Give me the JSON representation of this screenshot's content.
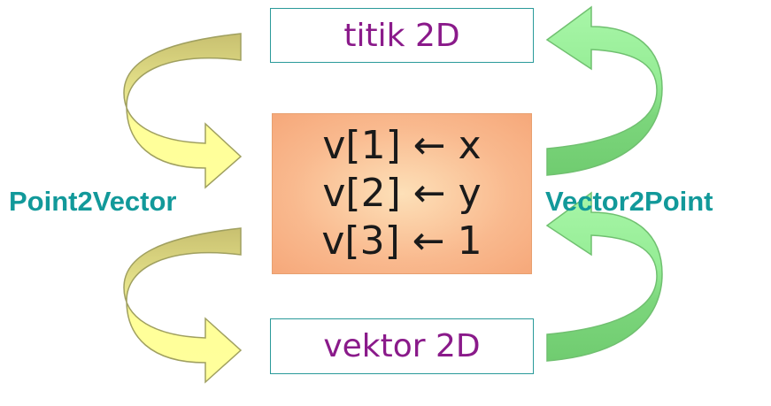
{
  "diagram": {
    "top_box": {
      "label": "titik 2D"
    },
    "bottom_box": {
      "label": "vektor 2D"
    },
    "center_box": {
      "lines": [
        "v[1] ← x",
        "v[2] ← y",
        "v[3] ← 1"
      ]
    },
    "left_label": "Point2Vector",
    "right_label": "Vector2Point",
    "colors": {
      "box_border": "#2a9a9a",
      "box_text": "#8a1a8a",
      "label_text": "#12999a",
      "center_fill": "#f9b98e",
      "left_arrow_fill": "#ffff99",
      "left_arrow_shade": "#c9c06a",
      "right_arrow_fill": "#99ee99",
      "right_arrow_shade": "#70c870"
    }
  }
}
